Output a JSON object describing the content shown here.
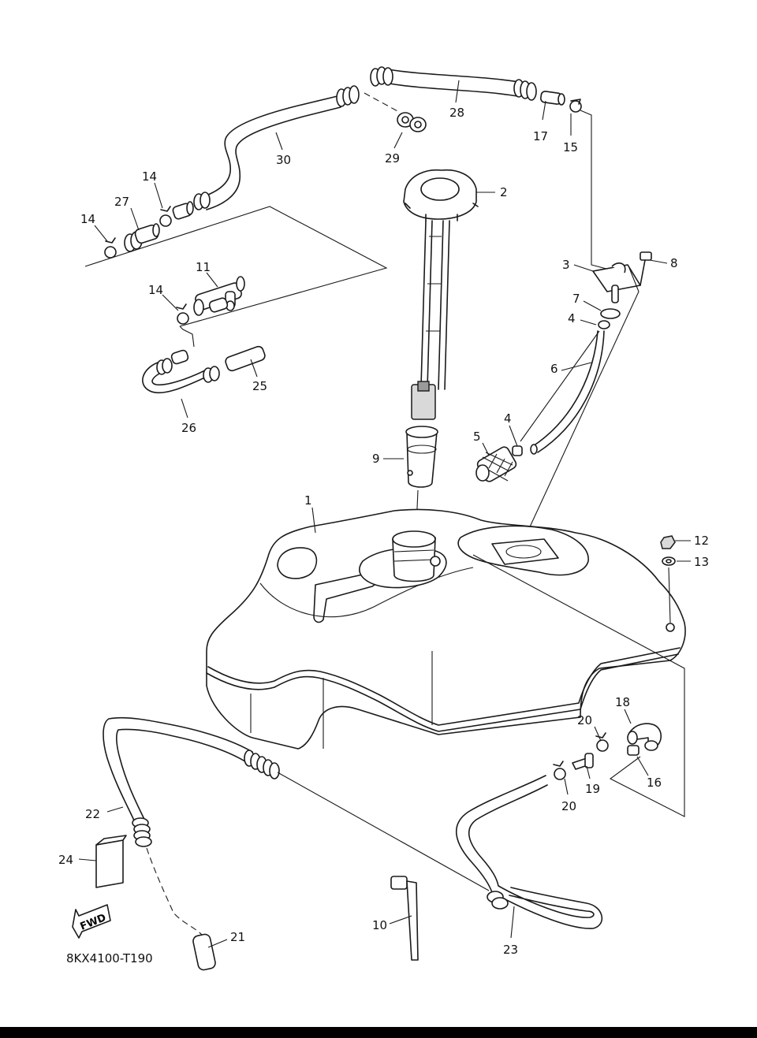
{
  "diagram_code": "8KX4100-T190",
  "fwd_label": "FWD",
  "callouts": {
    "p1": "1",
    "p2": "2",
    "p3": "3",
    "p4a": "4",
    "p4b": "4",
    "p5": "5",
    "p6": "6",
    "p7": "7",
    "p8": "8",
    "p9": "9",
    "p10": "10",
    "p11": "11",
    "p12": "12",
    "p13": "13",
    "p14a": "14",
    "p14b": "14",
    "p14c": "14",
    "p15": "15",
    "p16": "16",
    "p17": "17",
    "p18": "18",
    "p19": "19",
    "p20a": "20",
    "p20b": "20",
    "p21": "21",
    "p22": "22",
    "p23": "23",
    "p24": "24",
    "p25": "25",
    "p26": "26",
    "p27": "27",
    "p28": "28",
    "p29": "29",
    "p30": "30"
  }
}
